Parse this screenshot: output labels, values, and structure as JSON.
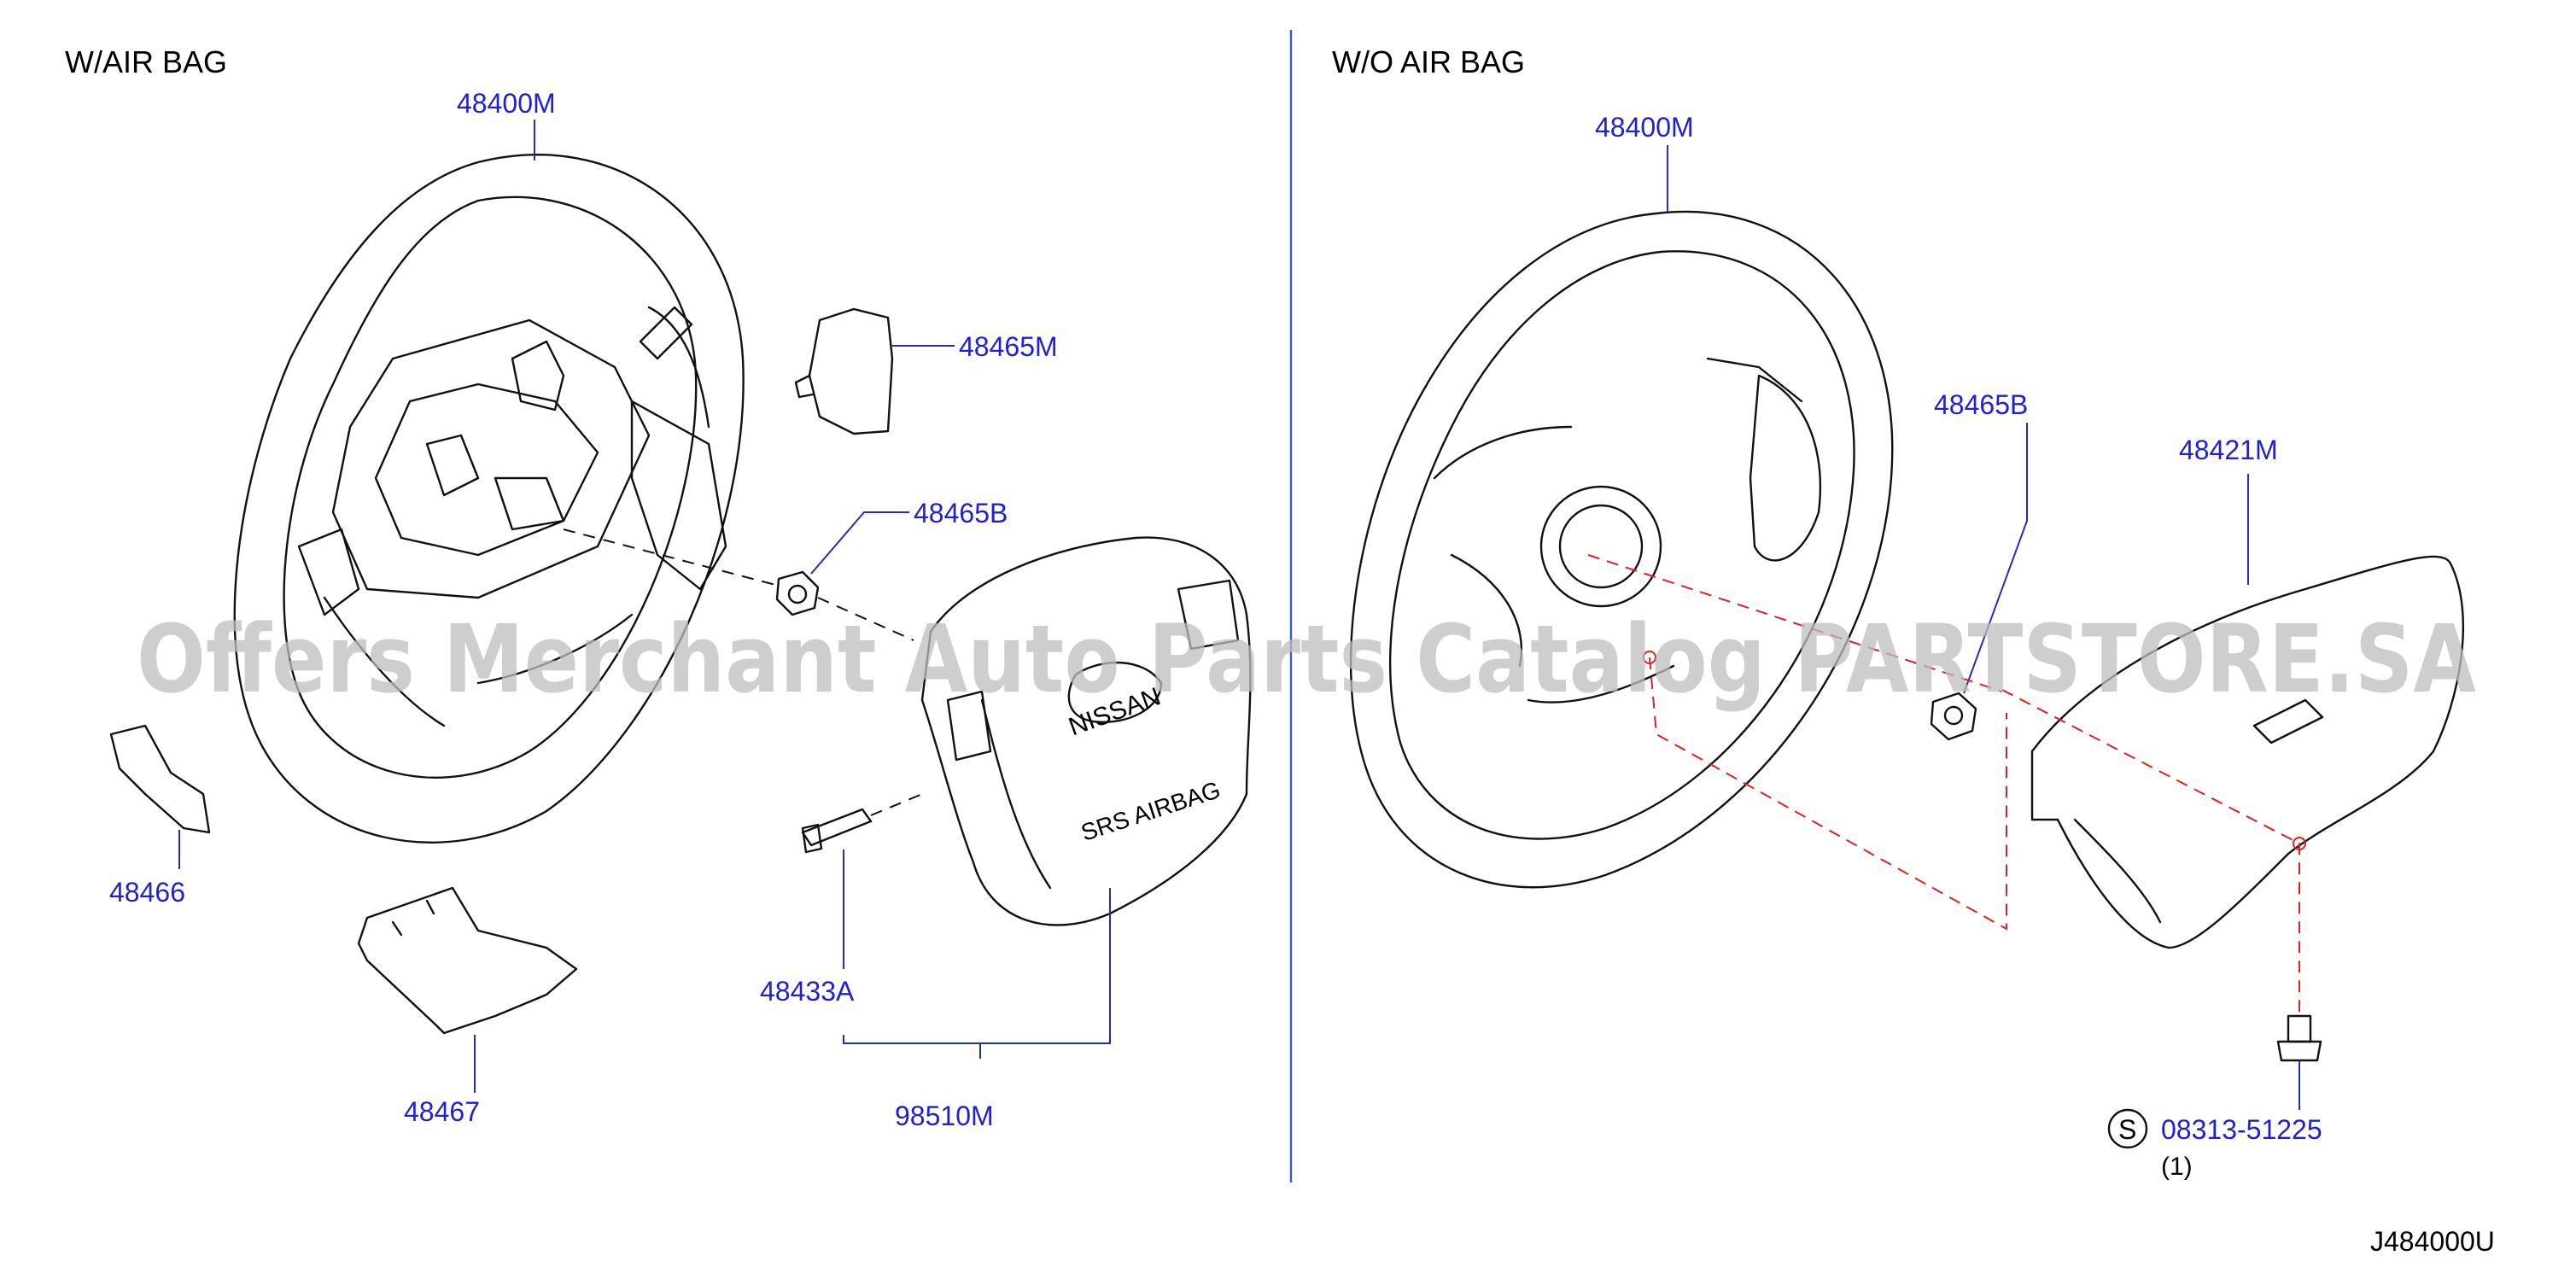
{
  "sections": {
    "left_title": "W/AIR  BAG",
    "right_title": "W/O  AIR  BAG"
  },
  "labels": {
    "left_wheel": "48400M",
    "left_cover": "48465M",
    "left_nut": "48465B",
    "left_side_cover": "48466",
    "left_lower_cover": "48467",
    "left_bolt": "48433A",
    "left_airbag_module": "98510M",
    "right_wheel": "48400M",
    "right_nut": "48465B",
    "right_pad": "48421M",
    "right_screw": "08313-51225",
    "right_screw_symbol": "S",
    "right_screw_qty": "(1)"
  },
  "module_text": {
    "logo": "NISSAN",
    "srs": "SRS AIRBAG"
  },
  "watermark": "Offers Merchant Auto Parts Catalog PARTSTORE.SA",
  "diagram_code": "J484000U",
  "colors": {
    "callout": "#1f1fd6",
    "leader": "#2a2ab8",
    "divider": "#3a5bc4",
    "phantom_line": "#e02020",
    "watermark": "#bdbdbd"
  }
}
